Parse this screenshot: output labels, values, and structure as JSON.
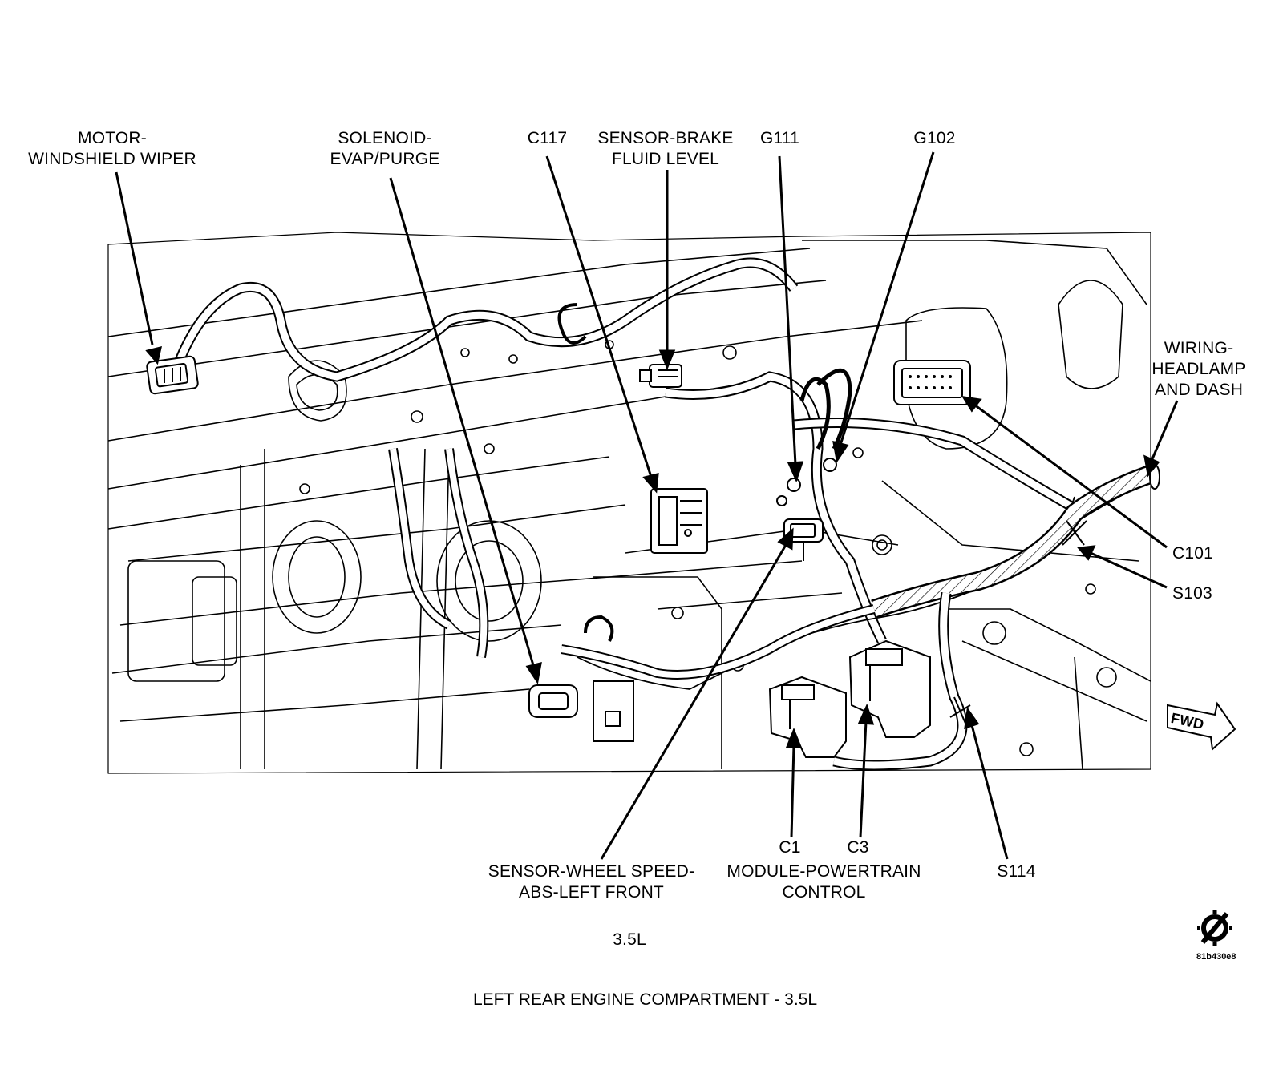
{
  "labels": {
    "motor_wiper": [
      "MOTOR-",
      "WINDSHIELD WIPER"
    ],
    "solenoid": [
      "SOLENOID-",
      "EVAP/PURGE"
    ],
    "c117": "C117",
    "sensor_brake": [
      "SENSOR-BRAKE",
      "FLUID LEVEL"
    ],
    "g111": "G111",
    "g102": "G102",
    "wiring_headlamp": [
      "WIRING-",
      "HEADLAMP",
      "AND DASH"
    ],
    "c101": "C101",
    "s103": "S103",
    "sensor_wheel": [
      "SENSOR-WHEEL SPEED-",
      "ABS-LEFT FRONT"
    ],
    "c1": "C1",
    "c3": "C3",
    "module_pcm": [
      "MODULE-POWERTRAIN",
      "CONTROL"
    ],
    "s114": "S114",
    "fwd": "FWD"
  },
  "engine": "3.5L",
  "caption": "LEFT REAR ENGINE COMPARTMENT - 3.5L",
  "figure_code": "81b430e8",
  "colors": {
    "ink": "#000000",
    "paper": "#ffffff"
  }
}
